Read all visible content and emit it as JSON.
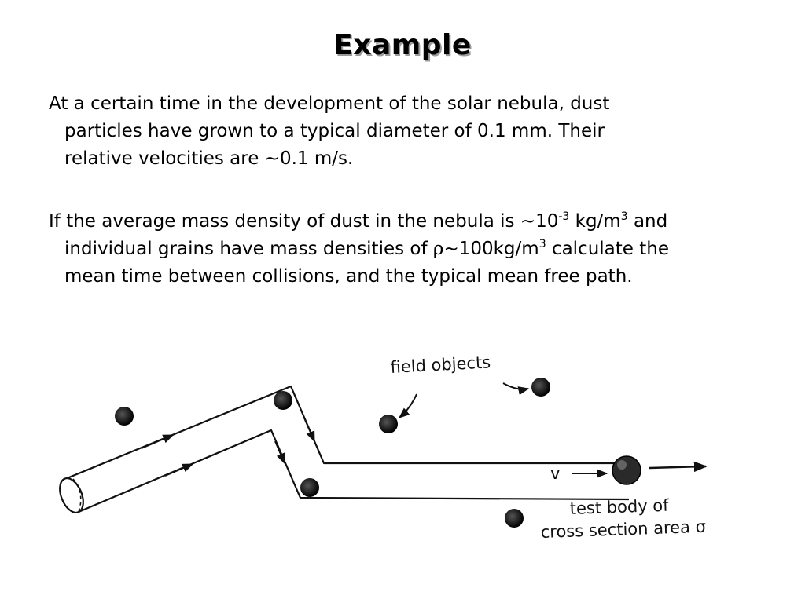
{
  "slide": {
    "title": "Example"
  },
  "paragraph_1": {
    "line_1": "At a certain time in the development of the solar nebula, dust",
    "line_2": "particles have grown to a typical diameter of 0.1 mm.  Their",
    "line_3": "relative velocities are ~0.1 m/s."
  },
  "paragraph_2": {
    "line_1_pre": "If the average mass density of dust in the nebula is ~10",
    "line_1_exp": "-3",
    "line_1_mid": " kg/m",
    "line_1_exp2": "3",
    "line_1_post": " and",
    "line_2_pre": "individual grains have mass densities of ",
    "line_2_symbol": "ρ",
    "line_2_mid": "~100kg/m",
    "line_2_exp": "3",
    "line_2_post": " calculate the",
    "line_3": "mean time between collisions, and the typical mean free path."
  },
  "figure": {
    "label_field_objects": "field objects",
    "label_velocity": "v",
    "label_test_body_1": "test body  of",
    "label_test_body_2": "cross section area σ"
  }
}
